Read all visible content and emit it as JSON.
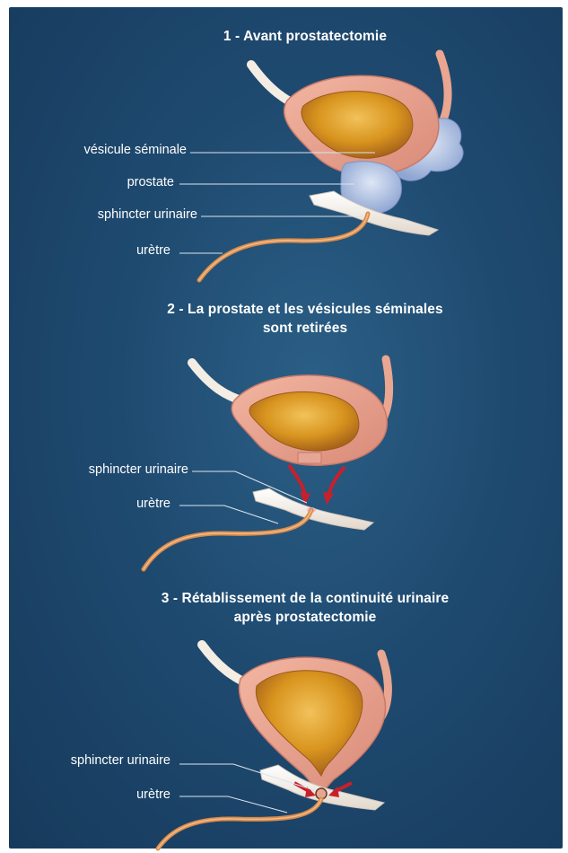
{
  "sections": [
    {
      "title": "1 - Avant prostatectomie",
      "labels": [
        "vésicule séminale",
        "prostate",
        "sphincter urinaire",
        "urètre"
      ]
    },
    {
      "title_line1": "2 - La prostate et les vésicules séminales",
      "title_line2": "sont retirées",
      "labels": [
        "sphincter urinaire",
        "urètre"
      ]
    },
    {
      "title_line1": "3 - Rétablissement de la continuité urinaire",
      "title_line2": "après prostatectomie",
      "labels": [
        "sphincter urinaire",
        "urètre"
      ]
    }
  ],
  "colors": {
    "background": "#1f4a70",
    "bladder_wall": "#e8a08e",
    "bladder_inner": "#d08a1e",
    "prostate": "#b8c8e6",
    "sphincter": "#f4ede4",
    "urethra": "#d98c4a",
    "arrow": "#c8202a"
  }
}
